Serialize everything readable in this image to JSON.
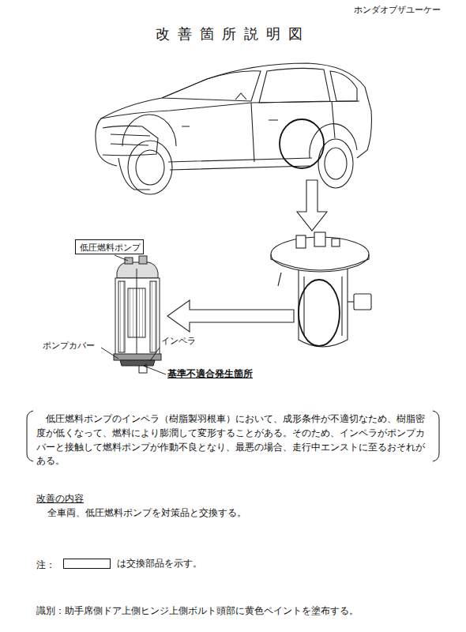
{
  "diagram": {
    "title": "改善箇所説明図",
    "nodes": [
      {
        "text": [
          "低圧燃料ポンプ"
        ]
      }
    ],
    "labels": [
      "ホンダオブザユーケー",
      "ポンプカバー",
      "インペラ",
      "基準不適合発生箇所",
      "低圧燃料ポンプのインペラ（樹脂製羽根車）において、成形条件が不適切なため、樹脂密度が低くなって、燃料により膨潤して変形することがある。そのため、インペラがポンプカバーと接触して燃料ポンプが作動不良となり、最悪の場合、走行中エンストに至るおそれがある。",
      "改善の内容",
      "全車両、低圧燃料ポンプを対策品と交換する。",
      "注：",
      "識別：助手席側ドア上側ヒンジ上側ボルト頭部に黄色ペイントを塗布する。"
    ],
    "legend": [
      {
        "text": "は交換部品を示す。"
      }
    ]
  }
}
